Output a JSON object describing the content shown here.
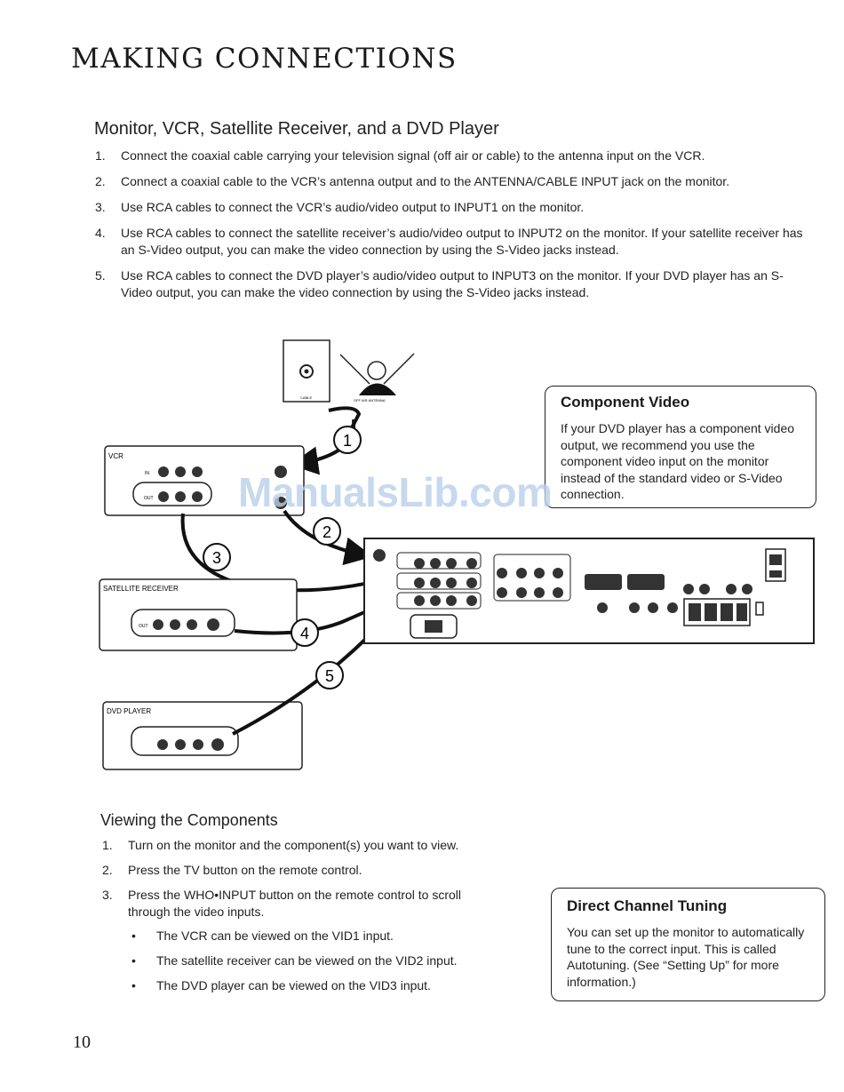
{
  "header": {
    "title": "MAKING CONNECTIONS"
  },
  "section1": {
    "title": "Monitor, VCR, Satellite Receiver, and a DVD Player",
    "steps": [
      {
        "num": "1.",
        "text": "Connect the coaxial cable carrying your television signal (off air or cable) to the antenna input on the VCR."
      },
      {
        "num": "2.",
        "text": "Connect a coaxial cable to the VCR’s antenna output and to the ANTENNA/CABLE INPUT jack on the monitor."
      },
      {
        "num": "3.",
        "text": "Use RCA cables to connect the VCR’s audio/video output to INPUT1 on the monitor."
      },
      {
        "num": "4.",
        "text": "Use RCA cables to connect the satellite receiver’s audio/video output to INPUT2 on the monitor. If your satellite receiver has an S-Video output, you can make the video connection by using the S-Video jacks instead."
      },
      {
        "num": "5.",
        "text": "Use RCA cables to connect the DVD player’s audio/video output to INPUT3 on the monitor. If your DVD player has an S-Video output, you can make the video connection by using the S-Video jacks instead."
      }
    ]
  },
  "component_box": {
    "title": "Component Video",
    "text": "If your DVD player has a component video output, we recommend you use the component video input on the monitor instead of the standard video or S-Video connection."
  },
  "diagram": {
    "vcr_label": "VCR",
    "satellite_label": "SATELLITE RECEIVER",
    "dvd_label": "DVD PLAYER",
    "cable_label": "CABLE",
    "antenna_label": "OFF AIR ANTENNA",
    "callouts": [
      "1",
      "2",
      "3",
      "4",
      "5"
    ]
  },
  "section2": {
    "title": "Viewing the Components",
    "steps": [
      {
        "num": "1.",
        "text": "Turn on the monitor and the component(s) you want to view."
      },
      {
        "num": "2.",
        "text": "Press the TV button on the remote control."
      },
      {
        "num": "3.",
        "text": "Press the WHO•INPUT button on the remote control to scroll through the video inputs."
      }
    ],
    "bullets": [
      "The VCR can be viewed on the VID1 input.",
      "The satellite receiver can be viewed on the VID2 input.",
      "The DVD player can be viewed on the VID3 input."
    ]
  },
  "tuning_box": {
    "title": "Direct Channel Tuning",
    "text": "You can set up the monitor to automatically tune to the correct input. This is called Autotuning. (See “Setting Up” for more information.)"
  },
  "footer": {
    "page_number": "10"
  },
  "watermark": "ManualsLib.com"
}
